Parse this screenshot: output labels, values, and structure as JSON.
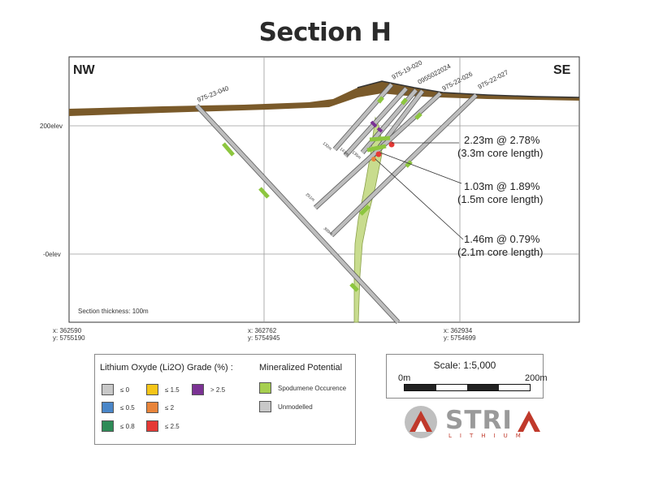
{
  "title": "Section H",
  "section": {
    "corner_left": "NW",
    "corner_right": "SE",
    "elev_labels": [
      "200elev",
      "-0elev"
    ],
    "thickness_note": "Section thickness: 100m",
    "coords": [
      {
        "x": "x:  362590",
        "y": "y:  5755190"
      },
      {
        "x": "x:  362762",
        "y": "y:  5754945"
      },
      {
        "x": "x:  362934",
        "y": "y:  5754699"
      }
    ],
    "holes": [
      "975-23-040",
      "975-19-020",
      "975-22-026",
      "975-22-027"
    ],
    "hole_cluster_label": "0955022024",
    "depth_labels": [
      "132m",
      "141m",
      "135m",
      "251m",
      "309m"
    ],
    "annotations": [
      {
        "line1": "2.23m @ 2.78%",
        "line2": "(3.3m core length)"
      },
      {
        "line1": "1.03m @ 1.89%",
        "line2": "(1.5m core length)"
      },
      {
        "line1": "1.46m @ 0.79%",
        "line2": "(2.1m core length)"
      }
    ]
  },
  "legend": {
    "grade_title": "Lithium Oxyde (Li2O) Grade (%) :",
    "potential_title": "Mineralized Potential",
    "grades": [
      {
        "label": "≤ 0",
        "color": "#c8c8c8"
      },
      {
        "label": "≤ 0.5",
        "color": "#4a86c8"
      },
      {
        "label": "≤ 0.8",
        "color": "#2e8b57"
      },
      {
        "label": "≤ 1.5",
        "color": "#f5c518"
      },
      {
        "label": "≤ 2",
        "color": "#e8843a"
      },
      {
        "label": "≤ 2.5",
        "color": "#e53935"
      },
      {
        "label": "> 2.5",
        "color": "#7b3294"
      }
    ],
    "potential": [
      {
        "label": "Spodumene Occurence",
        "color": "#a6cf4f"
      },
      {
        "label": "Unmodelled",
        "color": "#c8c8c8"
      }
    ]
  },
  "scale": {
    "title": "Scale: 1:5,000",
    "left": "0m",
    "right": "200m"
  },
  "logo": {
    "word": "STRI",
    "sub": "LITHIUM",
    "accent": "#c0392b"
  },
  "colors": {
    "overburden": "#7a5a2a",
    "drill": "#bdbdbd",
    "dyke": "#c8dc8e"
  }
}
